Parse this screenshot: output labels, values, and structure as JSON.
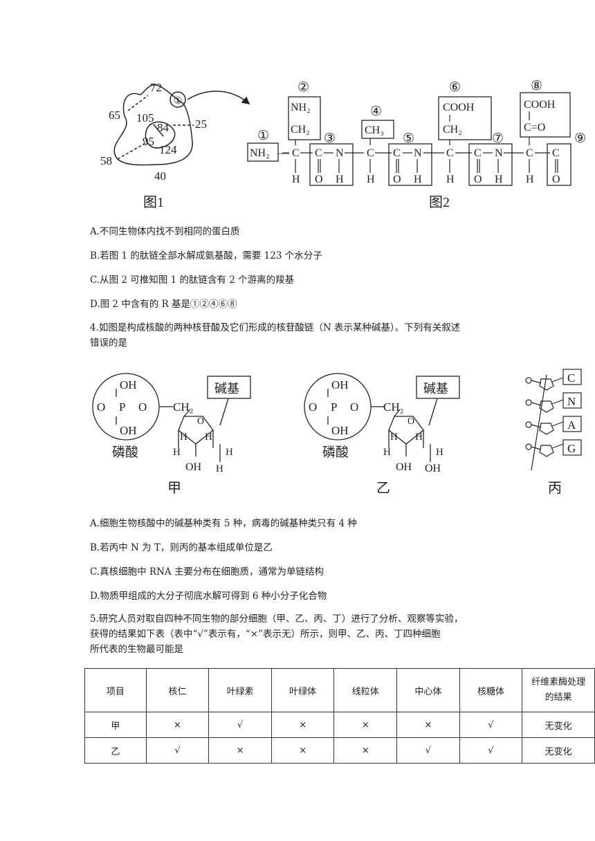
{
  "fig1": {
    "caption": "图1",
    "marker": "①",
    "numbers": [
      "72",
      "65",
      "105",
      "84",
      "25",
      "95",
      "124",
      "58",
      "40"
    ]
  },
  "fig2": {
    "caption": "图2",
    "labels": [
      "①",
      "②",
      "③",
      "④",
      "⑤",
      "⑥",
      "⑦",
      "⑧",
      "⑨"
    ],
    "atoms": {
      "nh2": "NH₂",
      "ch2": "CH₂",
      "ch3": "CH₃",
      "cooh": "COOH",
      "c": "C",
      "h": "H",
      "n": "N",
      "o": "O",
      "dbl": "‖",
      "dash": "—",
      "ceqo": "C=O"
    }
  },
  "q3_options": [
    "A.不同生物体内找不到相同的蛋白质",
    "B.若图 1 的肽链全部水解成氨基酸，需要 123 个水分子",
    "C.从图 2 可推知图 1 的肽链含有 2 个游离的羧基",
    "D.图 2 中含有的 R 基是①②④⑥⑧"
  ],
  "q4": {
    "stem_line1": "4.如图是构成核酸的两种核苷酸及它们形成的核苷酸链（N 表示某种碱基）。下列有关叙述",
    "stem_line2": "错误的是",
    "figure": {
      "oh": "OH",
      "o": "O",
      "p": "P",
      "ch2": "CH₂",
      "h": "H",
      "base": "碱基",
      "phosphate": "磷酸",
      "jia": "甲",
      "yi": "乙",
      "bing": "丙",
      "chain_bases": [
        "C",
        "N",
        "A",
        "G"
      ]
    },
    "options": [
      "A.细胞生物核酸中的碱基种类有 5 种，病毒的碱基种类只有 4 种",
      "B.若丙中 N 为 T，则丙的基本组成单位是乙",
      "C.真核细胞中 RNA 主要分布在细胞质，通常为单链结构",
      "D.物质甲组成的大分子彻底水解可得到 6 种小分子化合物"
    ]
  },
  "q5": {
    "stem_line1": "5.研究人员对取自四种不同生物的部分细胞（甲、乙、丙、丁）进行了分析、观察等实验，",
    "stem_line2": "获得的结果如下表（表中“√”表示有，“×”表示无）所示，则甲、乙、丙、丁四种细胞",
    "stem_line3": "所代表的生物最可能是",
    "table": {
      "headers": [
        "项目",
        "核仁",
        "叶绿素",
        "叶绿体",
        "线粒体",
        "中心体",
        "核糖体",
        "纤维素酶处理的结果"
      ],
      "rows": [
        [
          "甲",
          "×",
          "√",
          "×",
          "×",
          "×",
          "√",
          "无变化"
        ],
        [
          "乙",
          "√",
          "×",
          "×",
          "×",
          "√",
          "√",
          "无变化"
        ]
      ]
    }
  }
}
